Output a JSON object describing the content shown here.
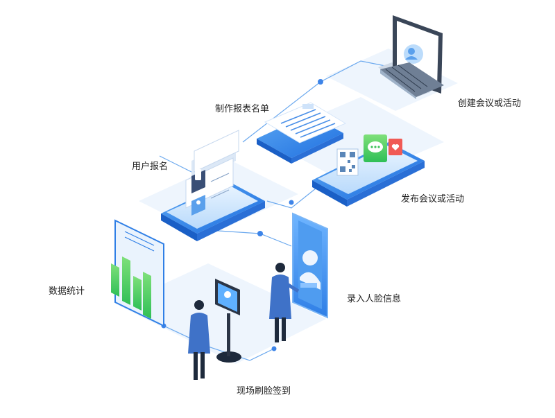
{
  "labels": {
    "create": "创建会议或活动",
    "make_list": "制作报表名单",
    "register": "用户报名",
    "publish": "发布会议或活动",
    "stats": "数据统计",
    "enter_face": "录入人脸信息",
    "checkin": "现场刷脸签到"
  },
  "colors": {
    "primary": "#2f7fe6",
    "light": "#dcebfb",
    "pale": "#eef5fd",
    "green": "#4ccf5c",
    "red": "#f0504a",
    "coat": "#3f72c8",
    "dark": "#1e2a3c"
  },
  "icons": [
    "laptop-icon",
    "document-icon",
    "phone-icon",
    "chat-bubble-icon",
    "heart-icon",
    "qr-code-icon",
    "bar-chart-icon",
    "person-avatar-icon",
    "kiosk-icon"
  ]
}
